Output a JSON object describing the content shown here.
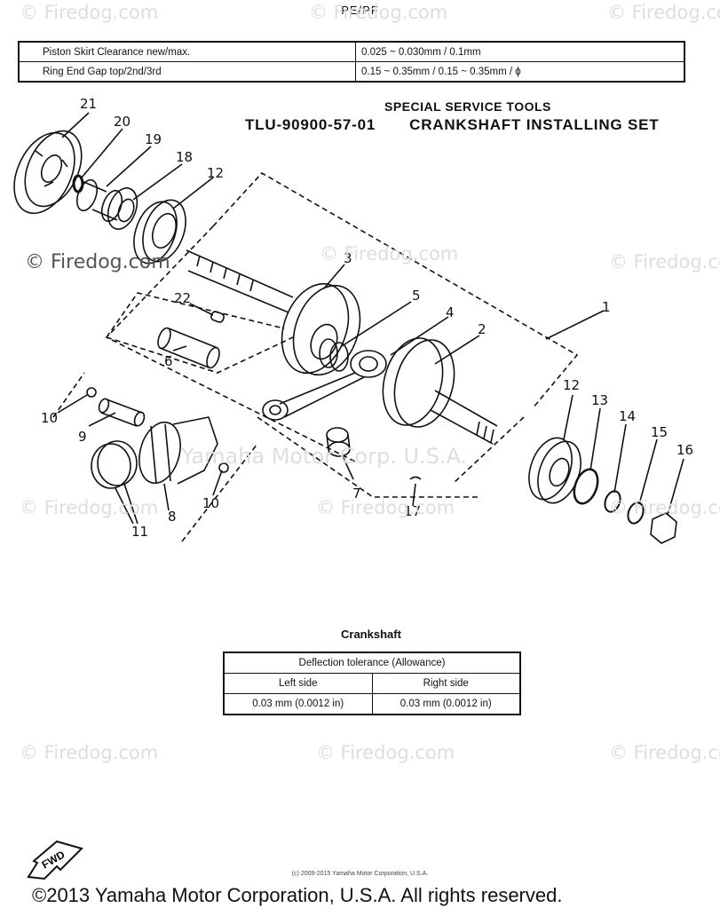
{
  "model": "PE/PF",
  "spec_table": [
    {
      "label": "Piston Skirt Clearance new/max.",
      "value": "0.025 ~ 0.030mm / 0.1mm"
    },
    {
      "label": "Ring End Gap top/2nd/3rd",
      "value": "0.15 ~ 0.35mm / 0.15 ~ 0.35mm / ϕ"
    }
  ],
  "tools": {
    "header": "SPECIAL SERVICE TOOLS",
    "part_no": "TLU-90900-57-01",
    "name": "CRANKSHAFT INSTALLING SET"
  },
  "watermarks": {
    "firedog": "© Firedog.com",
    "yamaha": "Yamaha Motor Corp. U.S.A."
  },
  "callouts": [
    "21",
    "20",
    "19",
    "18",
    "12",
    "3",
    "22",
    "5",
    "4",
    "2",
    "1",
    "6",
    "10",
    "9",
    "8",
    "10",
    "11",
    "7",
    "17",
    "12",
    "13",
    "14",
    "15",
    "16"
  ],
  "crankshaft": {
    "title": "Crankshaft",
    "header": "Deflection tolerance (Allowance)",
    "left_label": "Left side",
    "right_label": "Right side",
    "left_value": "0.03 mm (0.0012 in)",
    "right_value": "0.03 mm (0.0012 in)"
  },
  "fwd_label": "FWD",
  "small_copyright": "(c) 2009-2015 Yamaha Motor Corporation, U.S.A.",
  "copyright": "©2013 Yamaha Motor Corporation, U.S.A. All rights reserved."
}
